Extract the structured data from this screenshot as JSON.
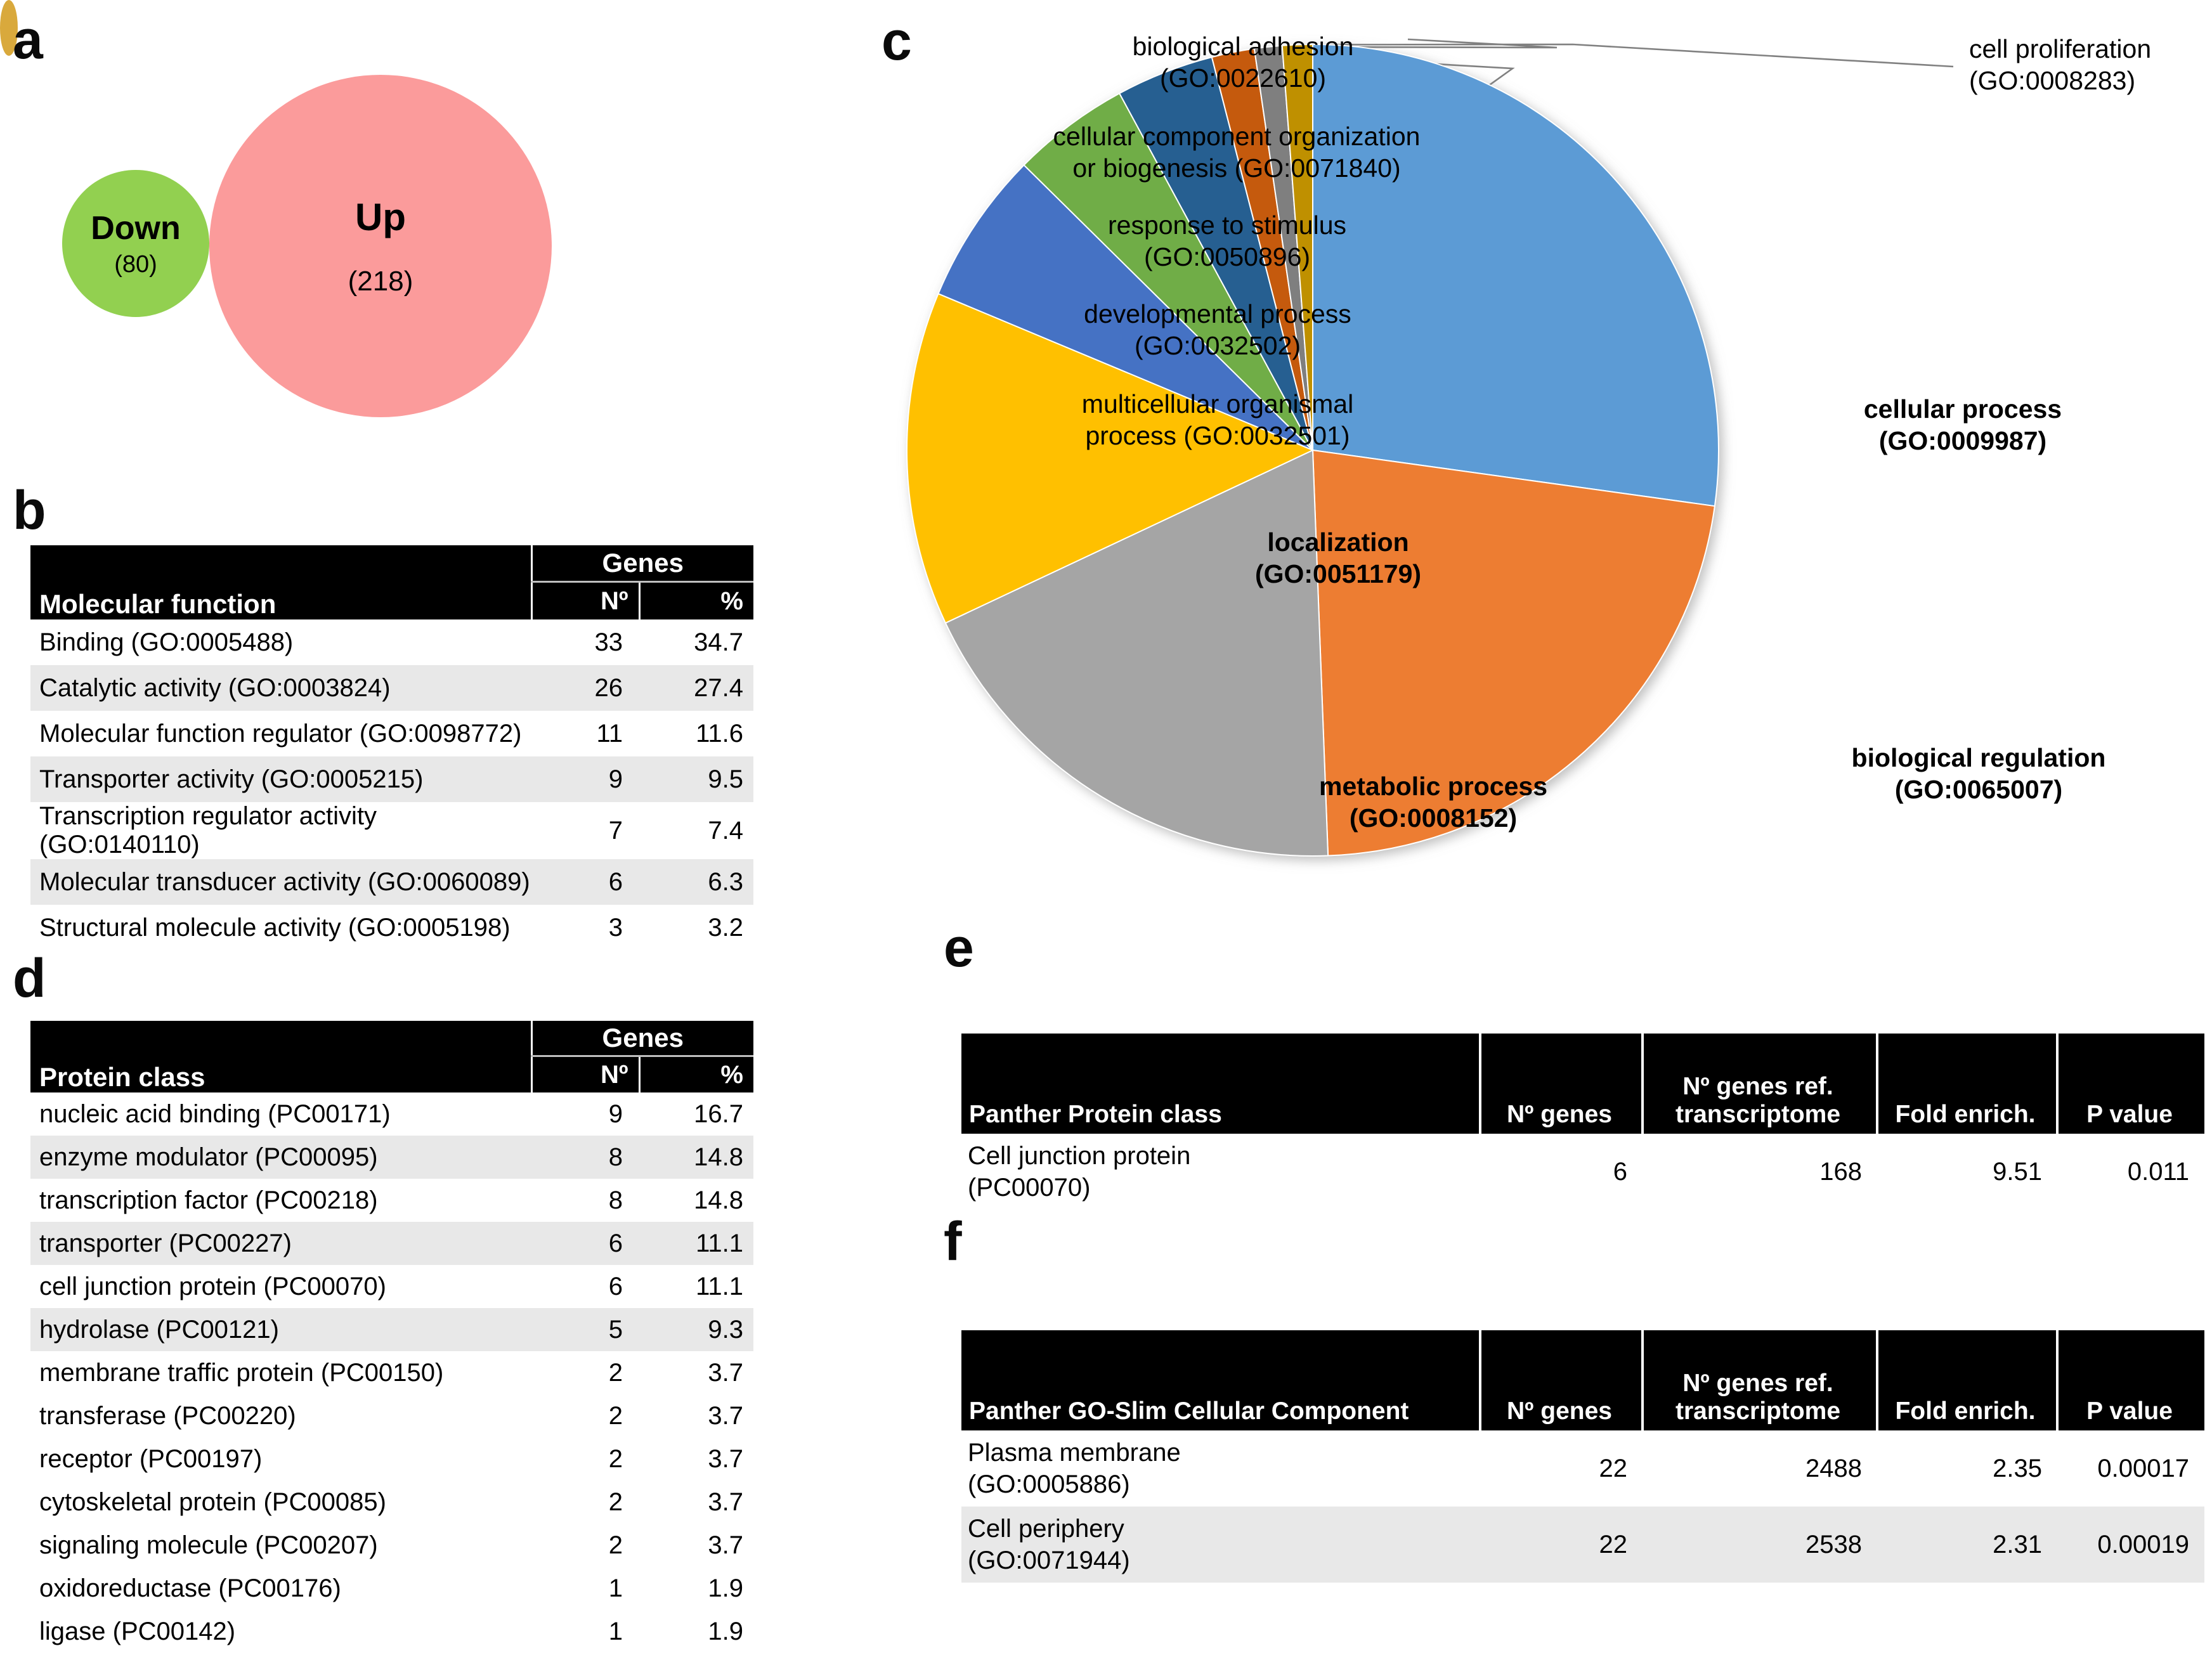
{
  "panels": {
    "a": "a",
    "b": "b",
    "c": "c",
    "d": "d",
    "e": "e",
    "f": "f"
  },
  "venn": {
    "down": {
      "label": "Down",
      "count": "(80)",
      "color": "#92d050"
    },
    "up": {
      "label": "Up",
      "count": "(218)",
      "color": "#fb9b9b"
    },
    "overlap_color": "#d9a93c"
  },
  "table_b": {
    "title": "Molecular function",
    "group_header": "Genes",
    "col_n": "Nº",
    "col_pct": "%",
    "rows": [
      {
        "name": "Binding (GO:0005488)",
        "n": "33",
        "pct": "34.7"
      },
      {
        "name": "Catalytic activity (GO:0003824)",
        "n": "26",
        "pct": "27.4"
      },
      {
        "name": "Molecular function regulator (GO:0098772)",
        "n": "11",
        "pct": "11.6"
      },
      {
        "name": "Transporter activity (GO:0005215)",
        "n": "9",
        "pct": "9.5"
      },
      {
        "name": "Transcription regulator activity (GO:0140110)",
        "n": "7",
        "pct": "7.4"
      },
      {
        "name": "Molecular transducer activity (GO:0060089)",
        "n": "6",
        "pct": "6.3"
      },
      {
        "name": "Structural molecule activity (GO:0005198)",
        "n": "3",
        "pct": "3.2"
      }
    ]
  },
  "table_d": {
    "title": "Protein class",
    "group_header": "Genes",
    "col_n": "Nº",
    "col_pct": "%",
    "rows": [
      {
        "name": "nucleic acid binding (PC00171)",
        "n": "9",
        "pct": "16.7"
      },
      {
        "name": "enzyme modulator (PC00095)",
        "n": "8",
        "pct": "14.8"
      },
      {
        "name": "transcription factor (PC00218)",
        "n": "8",
        "pct": "14.8"
      },
      {
        "name": "transporter (PC00227)",
        "n": "6",
        "pct": "11.1"
      },
      {
        "name": "cell junction protein (PC00070)",
        "n": "6",
        "pct": "11.1"
      },
      {
        "name": "hydrolase (PC00121)",
        "n": "5",
        "pct": "9.3"
      },
      {
        "name": "membrane traffic protein (PC00150)",
        "n": "2",
        "pct": "3.7"
      },
      {
        "name": "transferase (PC00220)",
        "n": "2",
        "pct": "3.7"
      },
      {
        "name": "receptor (PC00197)",
        "n": "2",
        "pct": "3.7"
      },
      {
        "name": "cytoskeletal protein (PC00085)",
        "n": "2",
        "pct": "3.7"
      },
      {
        "name": "signaling molecule (PC00207)",
        "n": "2",
        "pct": "3.7"
      },
      {
        "name": "oxidoreductase (PC00176)",
        "n": "1",
        "pct": "1.9"
      },
      {
        "name": "ligase (PC00142)",
        "n": "1",
        "pct": "1.9"
      }
    ]
  },
  "table_e": {
    "headers": {
      "c1": "Panther Protein class",
      "c2": "Nº genes",
      "c3_line1": "Nº genes ref.",
      "c3_line2": "transcriptome",
      "c4": "Fold enrich.",
      "c5": "P value"
    },
    "rows": [
      {
        "name_line1": "Cell junction protein",
        "name_line2": "(PC00070)",
        "genes": "6",
        "ref": "168",
        "fold": "9.51",
        "p": "0.011"
      }
    ]
  },
  "table_f": {
    "headers": {
      "c1": "Panther GO-Slim Cellular Component",
      "c2": "Nº genes",
      "c3_line1": "Nº genes ref.",
      "c3_line2": "transcriptome",
      "c4": "Fold enrich.",
      "c5": "P value"
    },
    "rows": [
      {
        "name_line1": "Plasma membrane",
        "name_line2": "(GO:0005886)",
        "genes": "22",
        "ref": "2488",
        "fold": "2.35",
        "p": "0.00017"
      },
      {
        "name_line1": "Cell periphery",
        "name_line2": "(GO:0071944)",
        "genes": "22",
        "ref": "2538",
        "fold": "2.31",
        "p": "0.00019"
      }
    ]
  },
  "chart_data": {
    "type": "pie",
    "title": "Biological process (GO) distribution",
    "legend": "inline labels + leader-line callouts",
    "grid": false,
    "start_angle_deg": 0,
    "direction": "clockwise",
    "slices": [
      {
        "label": "cellular process",
        "go": "(GO:0009987)",
        "percent": 27.2,
        "color": "#5b9bd5",
        "placement": "inner"
      },
      {
        "label": "biological  regulation",
        "go": "(GO:0065007)",
        "percent": 22.2,
        "color": "#ed7d31",
        "placement": "inner"
      },
      {
        "label": "metabolic process",
        "go": "(GO:0008152)",
        "percent": 18.6,
        "color": "#a5a5a5",
        "placement": "inner"
      },
      {
        "label": "localization",
        "go": "(GO:0051179)",
        "percent": 13.3,
        "color": "#ffc000",
        "placement": "inner"
      },
      {
        "label": "multicellular  organismal process",
        "go": "(GO:0032501)",
        "percent": 6.1,
        "color": "#4472c4",
        "placement": "callout"
      },
      {
        "label": "developmental process",
        "go": "(GO:0032502)",
        "percent": 4.7,
        "color": "#70ad47",
        "placement": "callout"
      },
      {
        "label": "response to stimulus",
        "go": "(GO:0050896)",
        "percent": 3.9,
        "color": "#255e91",
        "placement": "callout"
      },
      {
        "label": "cellular  component organization or biogenesis",
        "go": "(GO:0071840)",
        "percent": 1.7,
        "color": "#c55a11",
        "placement": "callout"
      },
      {
        "label": "biological  adhesion",
        "go": "(GO:0022610)",
        "percent": 1.1,
        "color": "#7f7f7f",
        "placement": "callout"
      },
      {
        "label": "cell proliferation",
        "go": "(GO:0008283)",
        "percent": 1.2,
        "color": "#bf9000",
        "placement": "callout"
      }
    ],
    "labels": {
      "biological_adhesion_l1": "biological  adhesion",
      "biological_adhesion_l2": "(GO:0022610)",
      "cco_l1": "cellular  component organization",
      "cco_l2": "or biogenesis (GO:0071840)",
      "response_l1": "response to stimulus",
      "response_l2": "(GO:0050896)",
      "devproc_l1": "developmental process",
      "devproc_l2": "(GO:0032502)",
      "multicell_l1": "multicellular  organismal",
      "multicell_l2": "process (GO:0032501)",
      "proliferation_l1": "cell proliferation",
      "proliferation_l2": "(GO:0008283)",
      "cellular_l1": "cellular  process",
      "cellular_l2": "(GO:0009987)",
      "bioreg_l1": "biological  regulation",
      "bioreg_l2": "(GO:0065007)",
      "metabolic_l1": "metabolic process",
      "metabolic_l2": "(GO:0008152)",
      "localization_l1": "localization",
      "localization_l2": "(GO:0051179)"
    }
  }
}
